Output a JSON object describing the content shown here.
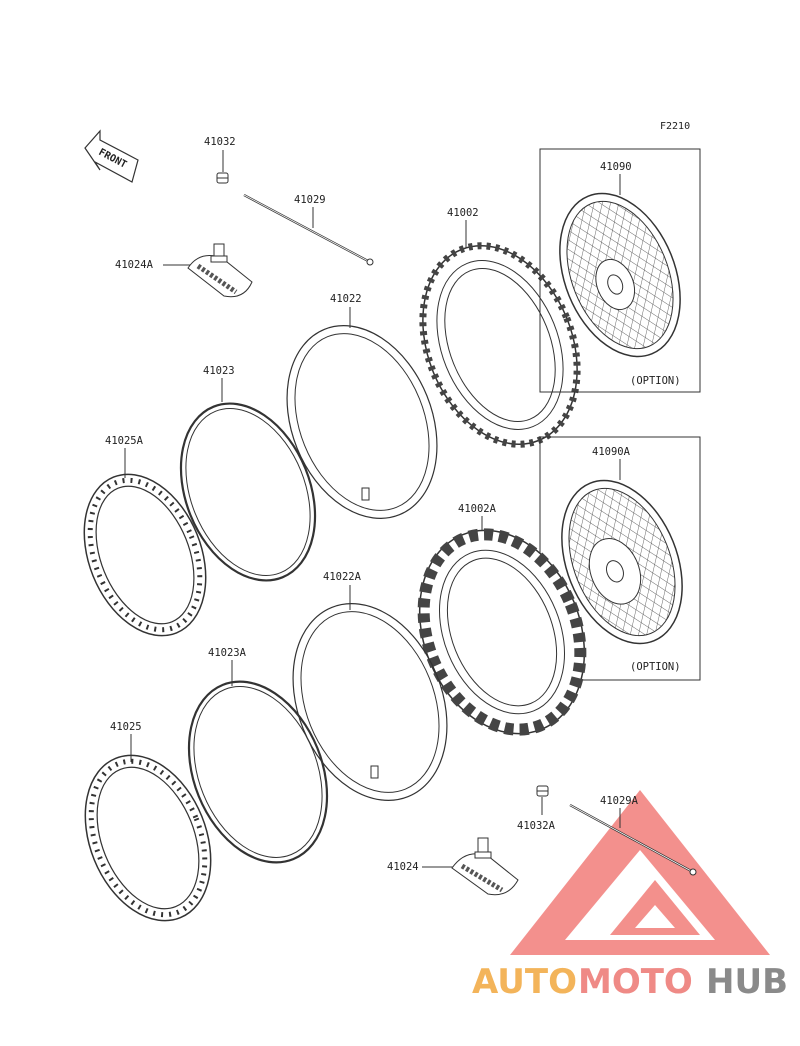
{
  "figure_code": "F2210",
  "front_label": "FRONT",
  "option_label": "(OPTION)",
  "parts": {
    "p41032": "41032",
    "p41029": "41029",
    "p41024A": "41024A",
    "p41002": "41002",
    "p41090": "41090",
    "p41022": "41022",
    "p41023": "41023",
    "p41025A": "41025A",
    "p41090A": "41090A",
    "p41002A": "41002A",
    "p41022A": "41022A",
    "p41023A": "41023A",
    "p41025": "41025",
    "p41029A": "41029A",
    "p41032A": "41032A",
    "p41024": "41024"
  },
  "watermark": {
    "auto": "AUTO",
    "moto": "MOTO",
    "hub": "HUB"
  },
  "colors": {
    "line": "#333333",
    "wm_red": "#ef6f6a",
    "wm_orange": "#f3b45a",
    "wm_gray": "#8a8a8a"
  }
}
